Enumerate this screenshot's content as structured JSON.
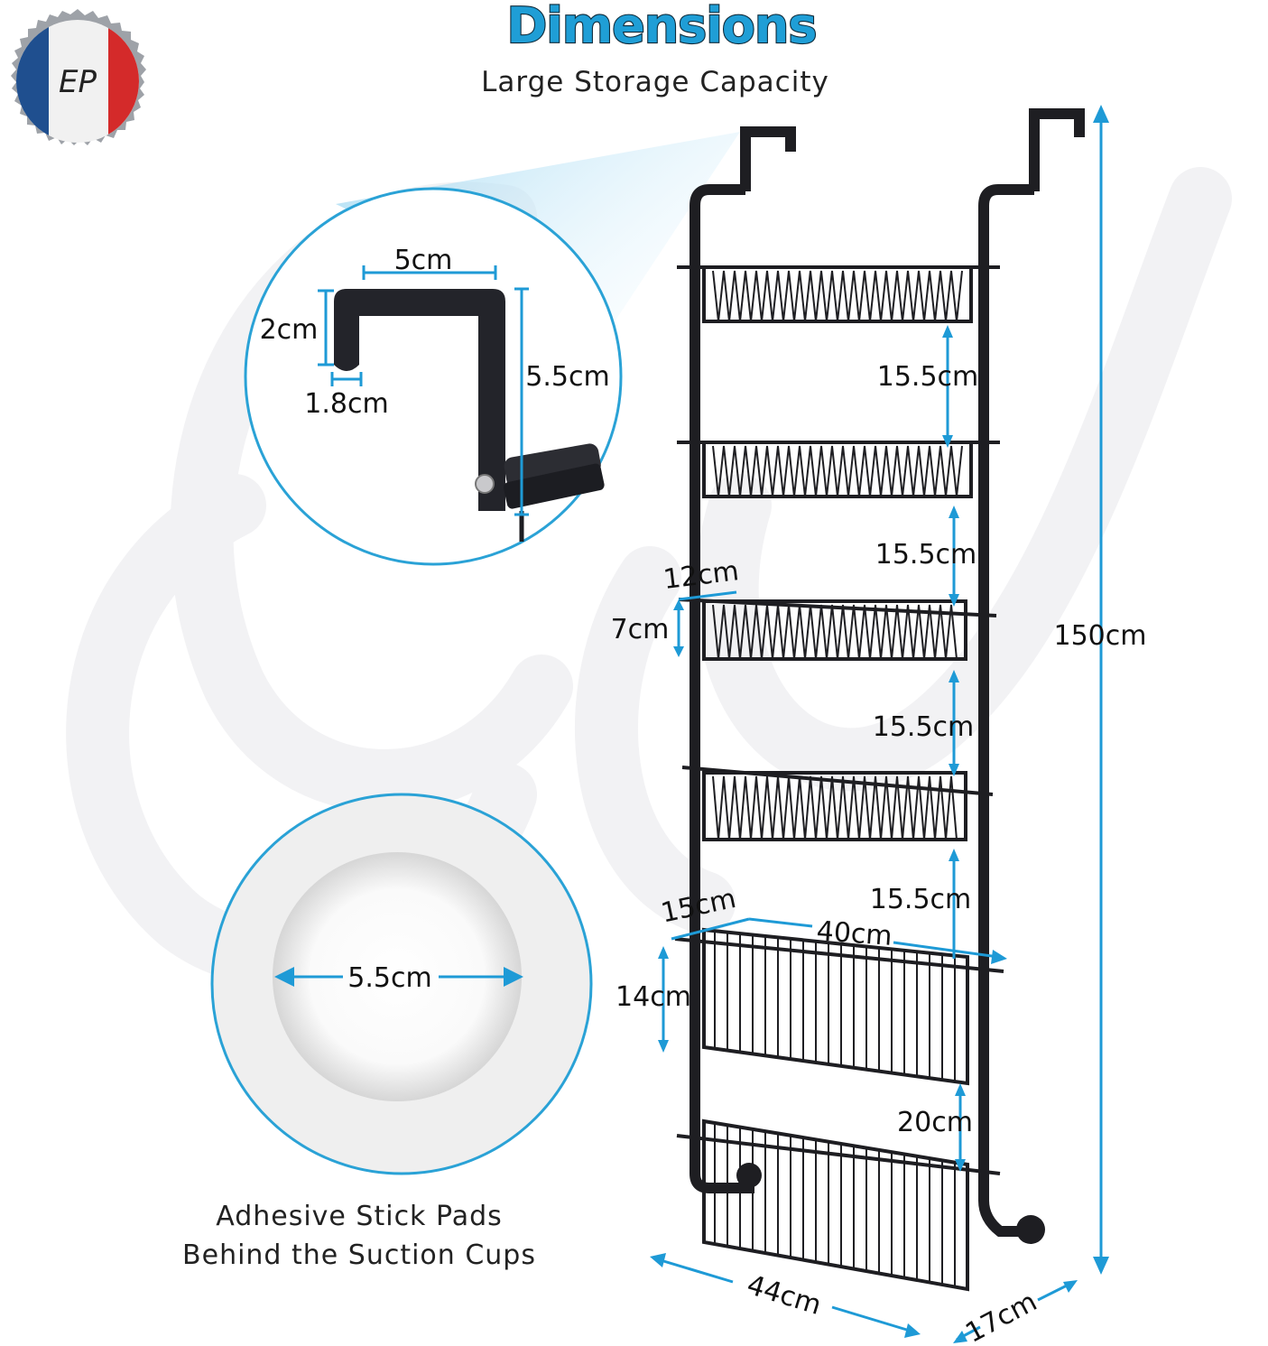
{
  "logo": {
    "monogram": "EP"
  },
  "header": {
    "title": "Dimensions",
    "subtitle": "Large Storage Capacity"
  },
  "hook_detail": {
    "width": "5cm",
    "height": "2cm",
    "lip": "1.8cm",
    "depth": "5.5cm"
  },
  "suction_detail": {
    "diameter": "5.5cm",
    "caption_line1": "Adhesive Stick Pads",
    "caption_line2": "Behind the Suction Cups"
  },
  "rack": {
    "total_height": "150cm",
    "spacings": [
      "15.5cm",
      "15.5cm",
      "15.5cm",
      "15.5cm",
      "20cm"
    ],
    "small_basket_depth": "12cm",
    "small_basket_height": "7cm",
    "large_basket_depth": "15cm",
    "large_basket_width": "40cm",
    "large_basket_height": "14cm",
    "overall_width": "44cm",
    "overall_depth": "17cm"
  },
  "colors": {
    "accent": "#1e9ad6",
    "frame": "#1e1e22",
    "flag_blue": "#1f4f8f",
    "flag_red": "#d42a2a"
  }
}
